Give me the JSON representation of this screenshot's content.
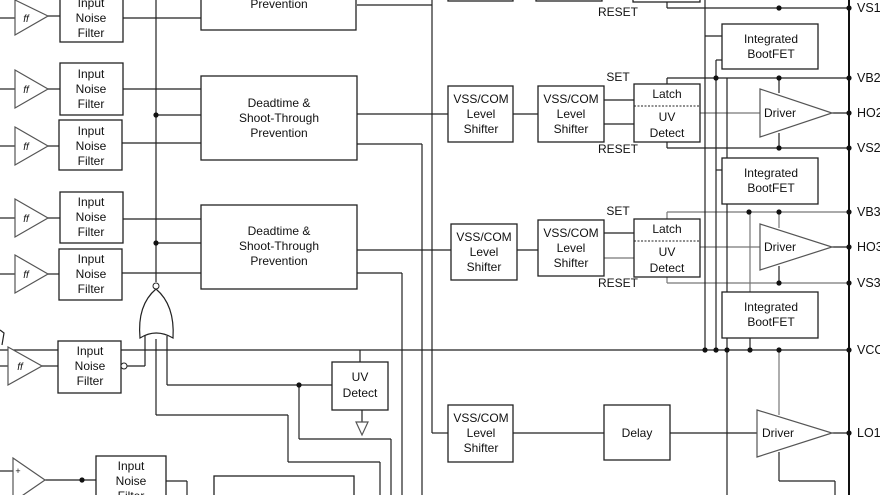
{
  "blocks": {
    "input_noise_filter": [
      "Input",
      "Noise",
      "Filter"
    ],
    "deadtime": [
      "Deadtime &",
      "Shoot-Through",
      "Prevention"
    ],
    "level_shifter": [
      "VSS/COM",
      "Level",
      "Shifter"
    ],
    "latch": "Latch",
    "uv_detect": [
      "UV",
      "Detect"
    ],
    "bootfet": [
      "Integrated",
      "BootFET"
    ],
    "driver": "Driver",
    "delay": "Delay",
    "schmitt_symbol": "ff",
    "set": "SET",
    "reset": "RESET"
  },
  "pins": {
    "vs1": "VS1",
    "vb2": "VB2",
    "ho2": "HO2",
    "vs2": "VS2",
    "vb3": "VB3",
    "ho3": "HO3",
    "vs3": "VS3",
    "vcc": "VCC",
    "lo1": "LO1"
  },
  "colors": {
    "line": "#222222",
    "grey_line": "#777777",
    "background": "#ffffff"
  }
}
